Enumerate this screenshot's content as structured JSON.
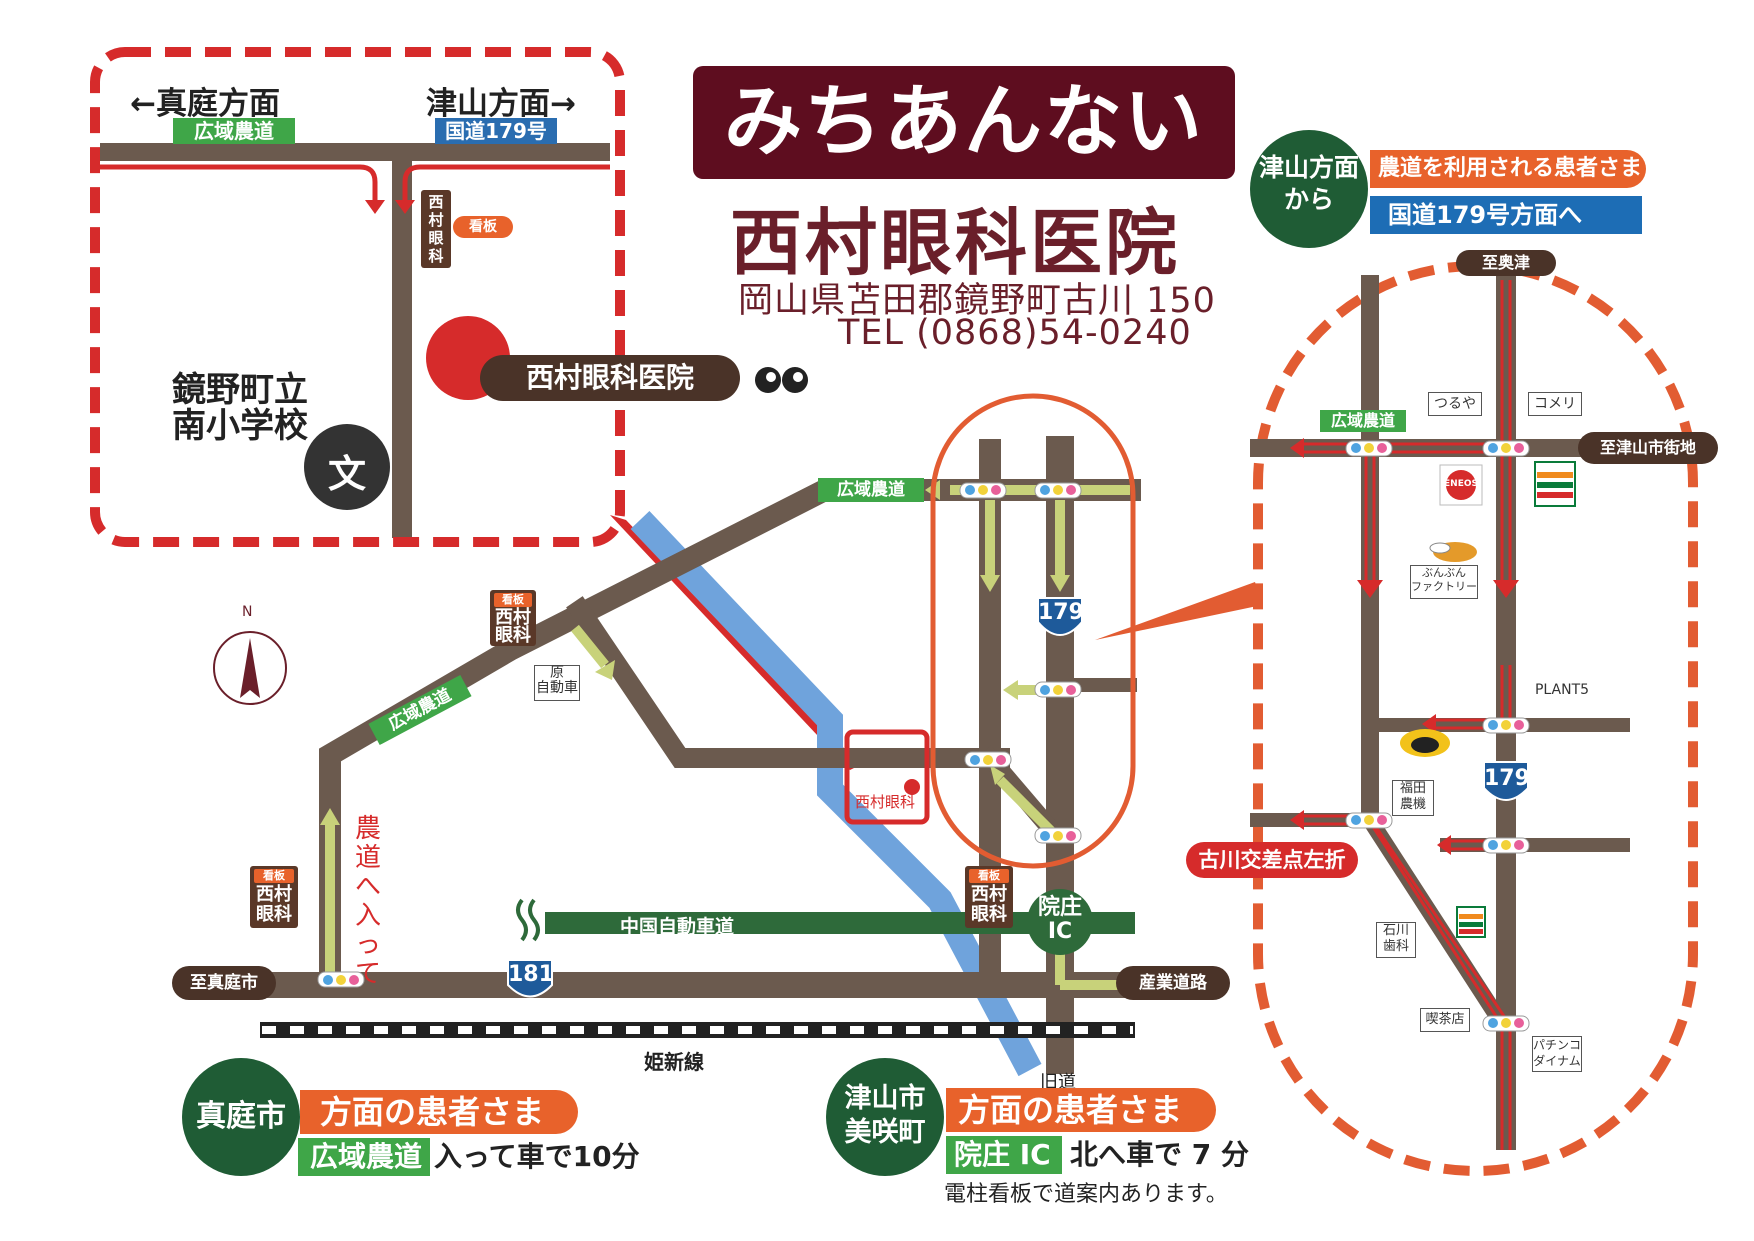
{
  "title": "みちあんない",
  "clinic": {
    "name": "西村眼科医院",
    "address": "岡山県苫田郡鏡野町古川 150",
    "tel": "TEL (0868)54-0240",
    "label": "西村眼科医院",
    "map_label": "西村眼科"
  },
  "inset_top_left": {
    "left_direction": "←真庭方面",
    "left_road": "広域農道",
    "right_direction": "津山方面→",
    "right_road": "国道179号",
    "sign_vertical": "西村眼科",
    "sign_tag": "看板",
    "school": "鏡野町立\n南小学校",
    "school_symbol": "文"
  },
  "main_map": {
    "noudou_top": "広域農道",
    "noudou_left": "広域農道",
    "expressway": "中国自動車道",
    "railway": "姫新線",
    "old_road": "旧道",
    "to_maniwa": "至真庭市",
    "industrial_road": "産業道路",
    "ic": "院庄\nIC",
    "route_179": "179",
    "route_181": "181",
    "hara_car": "原\n自動車",
    "enter_noudou": "農道へ入って",
    "sign_tag": "看板",
    "sign_text": "西村\n眼科",
    "north": "N"
  },
  "inset_right": {
    "to_okutsu": "至奥津",
    "noudou": "広域農道",
    "to_tsuyama": "至津山市街地",
    "tsuruya": "つるや",
    "komeri": "コメリ",
    "eneos": "ENEOS",
    "bunbun": "ぶんぶん\nファクトリー",
    "plant5": "PLANT5",
    "fukuda": "福田\n農機",
    "route_179": "179",
    "furukawa": "古川交差点左折",
    "ishikawa": "石川\n歯科",
    "kissaten": "喫茶店",
    "pachinko": "パチンコ\nダイナム"
  },
  "from_tsuyama": {
    "circle": "津山方面\nから",
    "line1": "農道を利用される患者さま",
    "line2": "国道179号方面へ"
  },
  "maniwa": {
    "circle": "真庭市",
    "line1": "方面の患者さま",
    "road": "広域農道",
    "rest": "入って車で10分"
  },
  "tsuyama": {
    "circle": "津山市\n美咲町",
    "line1": "方面の患者さま",
    "road": "院庄 IC",
    "rest": "北へ車で 7 分",
    "note": "電柱看板で道案内あります。"
  },
  "colors": {
    "road": "#6b5a4e",
    "accent_red": "#d62b2b",
    "orange": "#e8622b",
    "green": "#3fa648",
    "dark_green": "#1f5c35",
    "river": "#4f8fd1",
    "maroon": "#5e0d1f"
  }
}
